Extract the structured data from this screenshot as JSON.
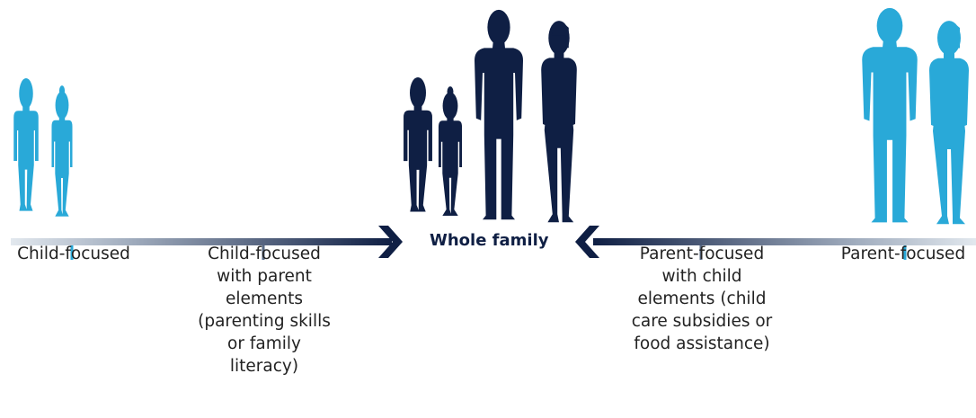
{
  "colors": {
    "dark_navy": "#0f1f44",
    "light_blue": "#29a9d8",
    "text": "#222222"
  },
  "figures": [
    {
      "group": "child-focused",
      "people": [
        "boy",
        "girl"
      ],
      "color": "light_blue"
    },
    {
      "group": "whole-family",
      "people": [
        "boy",
        "girl",
        "man",
        "woman"
      ],
      "color": "dark_navy"
    },
    {
      "group": "parent-focused",
      "people": [
        "man",
        "woman"
      ],
      "color": "light_blue"
    }
  ],
  "center_label": "Whole family",
  "left_scale": {
    "labels": [
      "Child-focused",
      "Child-focused with parent elements (parenting skills or family literacy)"
    ]
  },
  "right_scale": {
    "labels": [
      "Parent-focused with child elements (child care subsidies or food assistance)",
      "Parent-focused"
    ]
  }
}
